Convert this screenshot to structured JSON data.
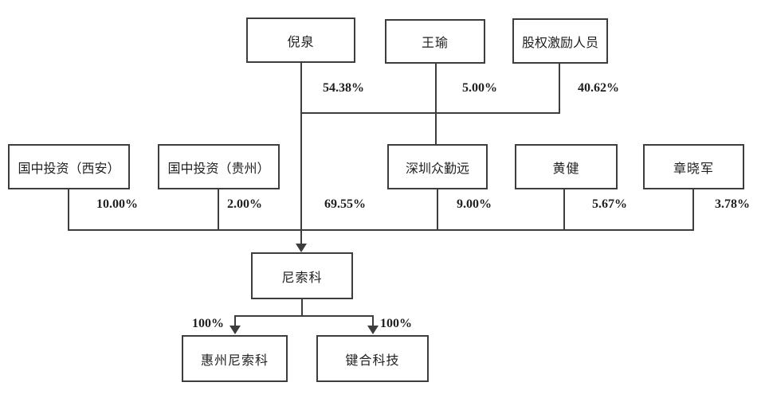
{
  "diagram": {
    "type": "equity-ownership-structure",
    "background_color": "#ffffff",
    "line_color": "#3d3d3d",
    "text_color": "#1f1f1f",
    "nodes": {
      "niquan": "倪泉",
      "wangyu": "王瑜",
      "incentive": "股权激励人员",
      "guozhong_xian": "国中投资（西安）",
      "guozhong_guizhou": "国中投资（贵州）",
      "zhongqinyuan": "深圳众勤远",
      "huangjian": "黄健",
      "zhangxiaojun": "章晓军",
      "nisuoke": "尼索科",
      "huizhou_nisuoke": "惠州尼索科",
      "jianhe_keji": "键合科技"
    },
    "percent_labels": {
      "niquan_to_zqy": "54.38%",
      "wangyu_to_zqy": "5.00%",
      "incentive_to_zqy": "40.62%",
      "xian_to_nsk": "10.00%",
      "guizhou_to_nsk": "2.00%",
      "niquan_to_nsk": "69.55%",
      "zqy_to_nsk": "9.00%",
      "huangjian_to_nsk": "5.67%",
      "zhangxiaojun_to_nsk": "3.78%",
      "nsk_to_huizhou": "100%",
      "nsk_to_jianhe": "100%"
    },
    "edges": [
      {
        "from": "倪泉",
        "to": "深圳众勤远",
        "pct": "54.38%"
      },
      {
        "from": "王瑜",
        "to": "深圳众勤远",
        "pct": "5.00%"
      },
      {
        "from": "股权激励人员",
        "to": "深圳众勤远",
        "pct": "40.62%"
      },
      {
        "from": "国中投资（西安）",
        "to": "尼索科",
        "pct": "10.00%"
      },
      {
        "from": "国中投资（贵州）",
        "to": "尼索科",
        "pct": "2.00%"
      },
      {
        "from": "倪泉",
        "to": "尼索科",
        "pct": "69.55%"
      },
      {
        "from": "深圳众勤远",
        "to": "尼索科",
        "pct": "9.00%"
      },
      {
        "from": "黄健",
        "to": "尼索科",
        "pct": "5.67%"
      },
      {
        "from": "章晓军",
        "to": "尼索科",
        "pct": "3.78%"
      },
      {
        "from": "尼索科",
        "to": "惠州尼索科",
        "pct": "100%"
      },
      {
        "from": "尼索科",
        "to": "键合科技",
        "pct": "100%"
      }
    ]
  }
}
